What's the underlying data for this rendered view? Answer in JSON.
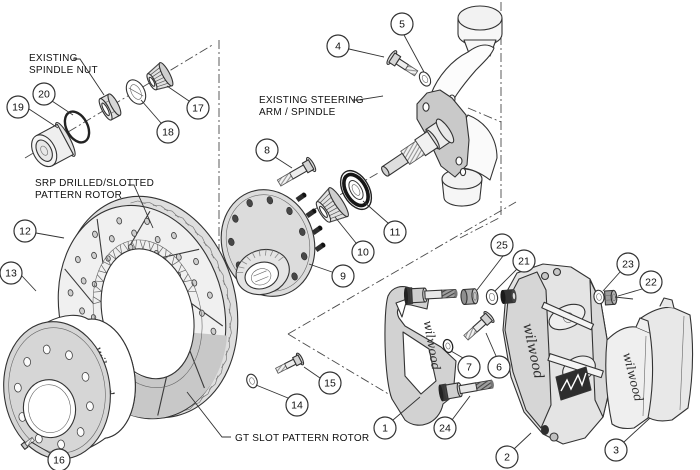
{
  "brand": "wilwood",
  "labels": {
    "spindle_nut": [
      "EXISTING",
      "SPINDLE NUT"
    ],
    "steering": [
      "EXISTING STEERING",
      "ARM / SPINDLE"
    ],
    "srp": [
      "SRP DRILLED/SLOTTED",
      "PATTERN ROTOR"
    ],
    "gt": "GT SLOT PATTERN ROTOR"
  },
  "callouts": [
    "1",
    "2",
    "3",
    "4",
    "5",
    "6",
    "7",
    "8",
    "9",
    "10",
    "11",
    "12",
    "13",
    "14",
    "15",
    "16",
    "17",
    "18",
    "19",
    "20",
    "21",
    "22",
    "23",
    "24",
    "25"
  ],
  "colors": {
    "line": "#333333",
    "metal_light": "#ececec",
    "metal_mid": "#d2d2d2",
    "metal_dark": "#9a9a9a",
    "rubber": "#383838",
    "background": "#ffffff"
  }
}
